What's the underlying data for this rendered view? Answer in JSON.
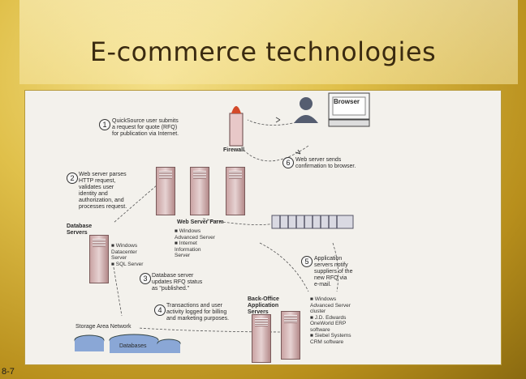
{
  "slide": {
    "title": "E-commerce technologies",
    "slide_number": "8-7"
  },
  "diagram": {
    "browser_label": "Browser",
    "firewall_label": "Firewall",
    "web_server_farm": {
      "label": "Web Server Farm",
      "list": "■ Windows\n   Advanced Server\n■ Internet\n   Information\n   Server"
    },
    "database_servers": {
      "label": "Database\nServers",
      "list": "■ Windows\n   Datacenter\n   Server\n■ SQL Server"
    },
    "back_office": {
      "label": "Back-Office\nApplication\nServers",
      "list": "■ Windows\n   Advanced Server\n   cluster\n■ J.D. Edwards\n   OneWorld ERP\n   software\n■ Siebel Systems\n   CRM software"
    },
    "san_label": "Storage Area Network",
    "databases_label": "Databases",
    "steps": [
      {
        "num": "1",
        "text": "QuickSource user submits\na request for quote (RFQ)\nfor publication via Internet."
      },
      {
        "num": "2",
        "text": "Web server parses\nHTTP request,\nvalidates user\nidentity and\nauthorization, and\nprocesses request."
      },
      {
        "num": "3",
        "text": "Database server\nupdates RFQ status\nas \"published.\""
      },
      {
        "num": "4",
        "text": "Transactions and user\nactivity logged for billing\nand marketing purposes."
      },
      {
        "num": "5",
        "text": "Application\nservers notify\nsuppliers of the\nnew RFQ via\ne-mail."
      },
      {
        "num": "6",
        "text": "Web server sends\nconfirmation to browser."
      }
    ]
  }
}
